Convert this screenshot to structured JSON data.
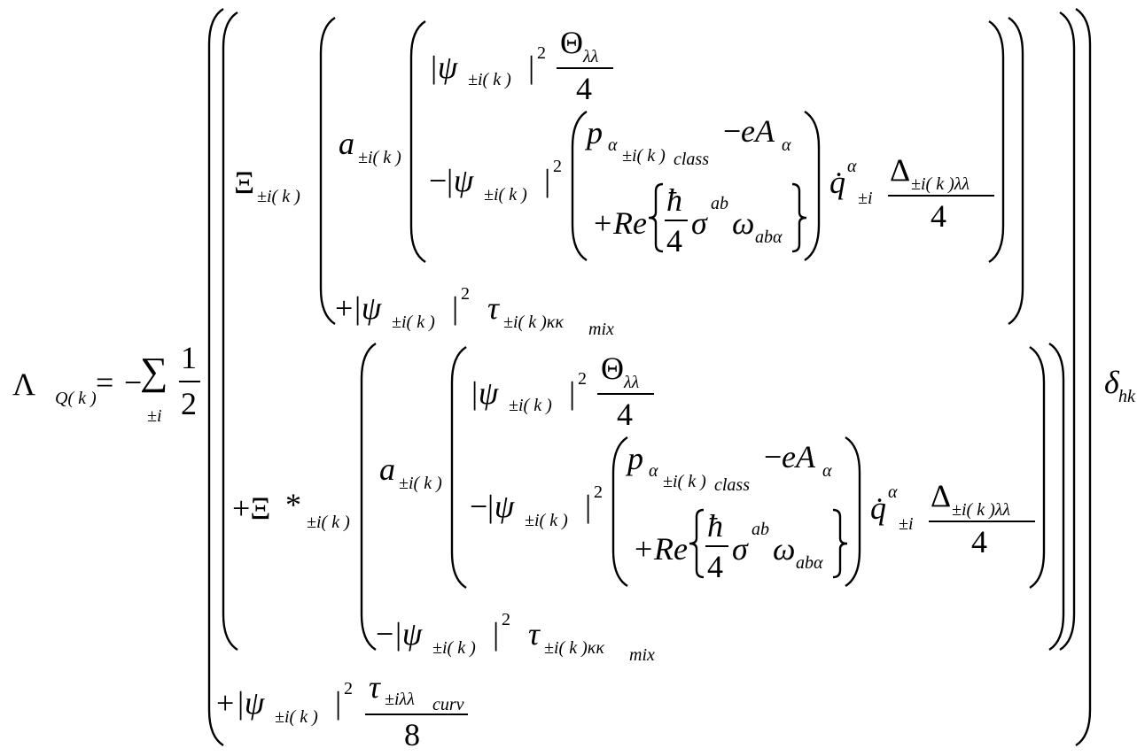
{
  "lhs": {
    "lambda": "Λ",
    "sub": "Q( k )",
    "eq": "=",
    "minus": "−",
    "sigma": "∑",
    "sum_index": "±i",
    "frac_num": "1",
    "frac_den": "2"
  },
  "terms": {
    "xi": "Ξ",
    "xi_sub": "±i( k )",
    "plus_xi_star": "+Ξ",
    "star": "*",
    "a": "a",
    "a_sub": "±i( k )",
    "abs_psi": "|ψ",
    "psi_sub": "±i( k )",
    "abs_close": "|",
    "sq": "2",
    "theta": "Θ",
    "theta_sub": "λλ",
    "four": "4",
    "minus": "−",
    "plus": "+",
    "p": "p",
    "p_sub_alpha": "α",
    "p_sub_index": "±i( k )",
    "p_sub_class": "class",
    "minus_e": "−",
    "eA": "eA",
    "eA_sub": "α",
    "re": "Re",
    "hbar": "ħ",
    "sigma": "σ",
    "sigma_sup": "ab",
    "omega": "ω",
    "omega_sub": "abα",
    "qdot": "q̇",
    "q_sup": "α",
    "q_sub": "±i",
    "delta_cap": "Δ",
    "delta_cap_sub": "±i( k )λλ",
    "tau": "τ",
    "tau_mix_sub": "±i( k )κκ",
    "tau_mix_subsub": "mix",
    "tau_curv_sub": "±iλλ",
    "tau_curv_subsub": "curv",
    "eight": "8",
    "delta": "δ",
    "delta_sub": "hk"
  }
}
